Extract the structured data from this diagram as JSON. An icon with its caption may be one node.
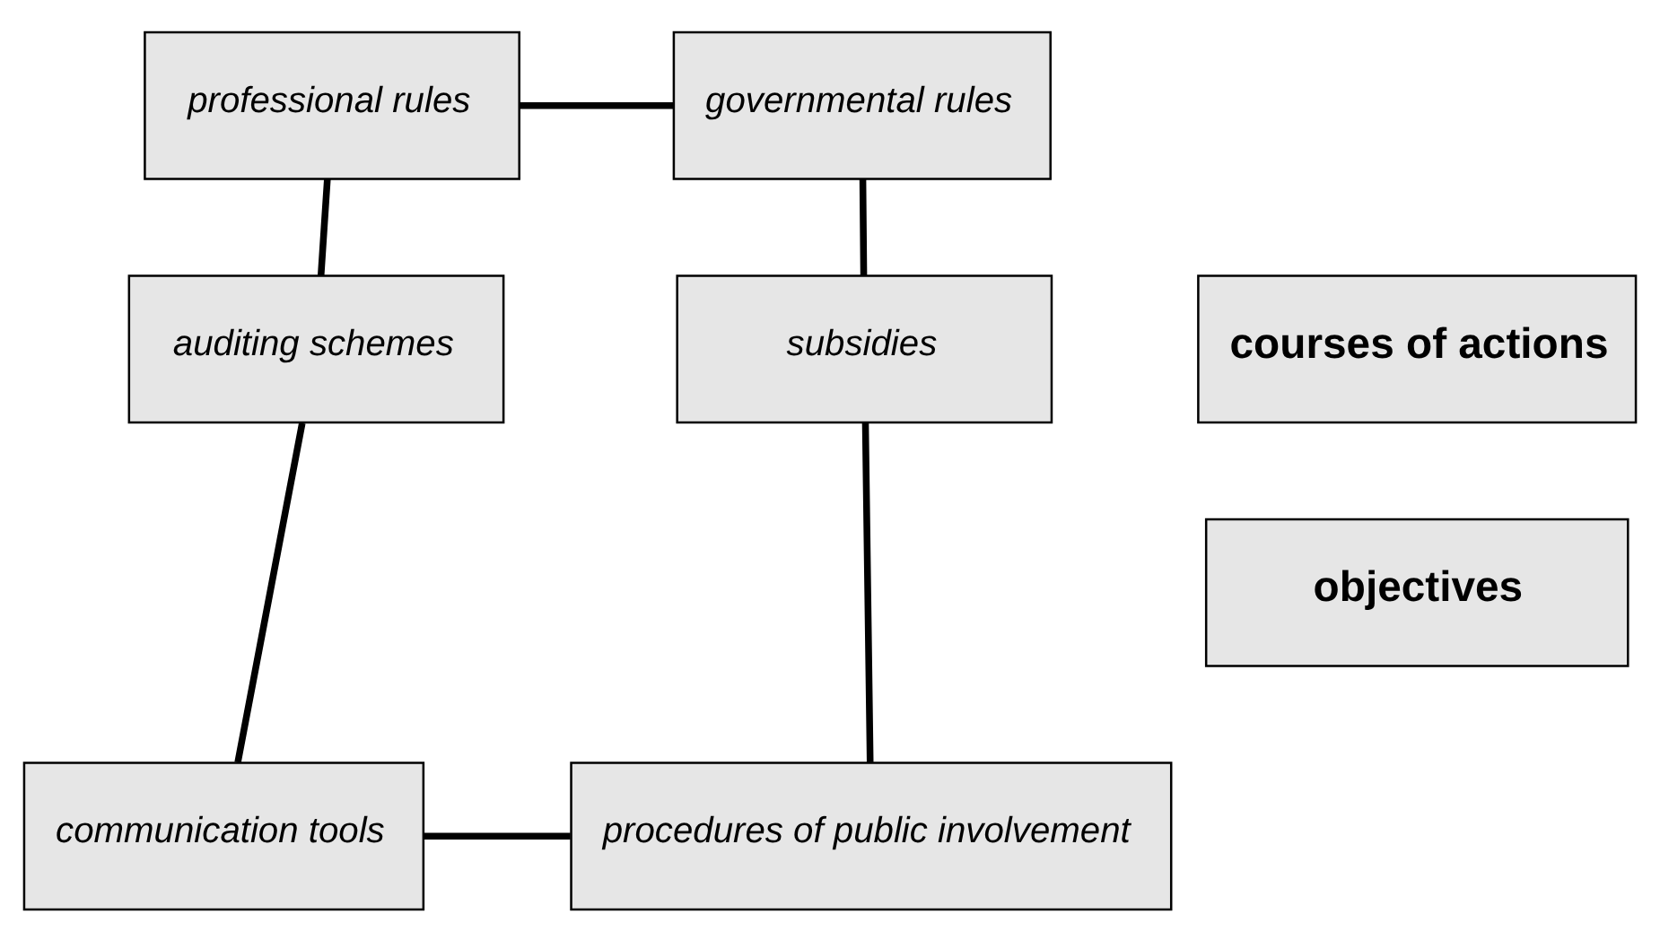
{
  "diagram": {
    "nodes": [
      {
        "text": [
          "professional rules"
        ]
      },
      {
        "text": [
          "governmental rules"
        ]
      },
      {
        "text": [
          "auditing schemes"
        ]
      },
      {
        "text": [
          "courses of actions"
        ]
      },
      {
        "text": [
          "subsidies"
        ]
      },
      {
        "text": [
          "objectives"
        ]
      },
      {
        "text": [
          "communication tools"
        ]
      },
      {
        "text": [
          "procedures of public involvement"
        ]
      }
    ],
    "edges": [
      {
        "from": 0,
        "to": 1,
        "arrow": "none"
      },
      {
        "from": 1,
        "to": 4,
        "arrow": "none"
      },
      {
        "from": 4,
        "to": 7,
        "arrow": "none"
      },
      {
        "from": 6,
        "to": 7,
        "arrow": "none"
      },
      {
        "from": 2,
        "to": 6,
        "arrow": "none"
      },
      {
        "from": 0,
        "to": 2,
        "arrow": "none"
      }
    ]
  }
}
